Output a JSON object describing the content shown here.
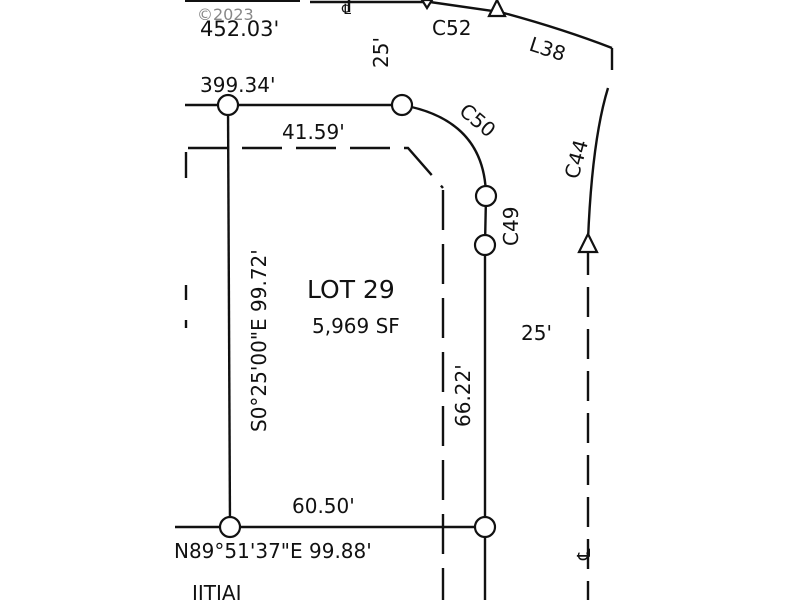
{
  "watermark": "©2023",
  "lot": {
    "name": "LOT 29",
    "area": "5,969 SF"
  },
  "dimensions": {
    "top_partial": "452.03'",
    "top_line": "399.34'",
    "setback_top": "41.59'",
    "west_bearing": "S0°25'00\"E 99.72'",
    "east_length": "66.22'",
    "south_length": "60.50'",
    "south_bearing": "N89°51'37\"E 99.88'",
    "row_width_top": "25'",
    "row_width_right": "25'"
  },
  "curves": {
    "c50": "C50",
    "c49": "C49",
    "c44": "C44",
    "c52": "C52",
    "l38": "L38"
  },
  "symbols": {
    "centerline": "℄"
  },
  "bottom_partial": "JITIAI",
  "colors": {
    "ink": "#111111",
    "paper": "#ffffff"
  }
}
